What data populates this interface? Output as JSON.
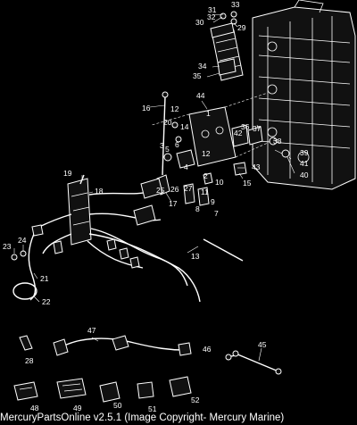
{
  "footer": {
    "text": "MercuryPartsOnline v2.5.1 (Image Copyright- Mercury Marine)"
  },
  "callouts": [
    "1",
    "2",
    "3",
    "4",
    "5",
    "6",
    "7",
    "8",
    "9",
    "10",
    "11",
    "12",
    "13",
    "14",
    "15",
    "16",
    "17",
    "18",
    "19",
    "20",
    "21",
    "22",
    "23",
    "24",
    "25",
    "26",
    "27",
    "28",
    "29",
    "30",
    "31",
    "32",
    "33",
    "34",
    "35",
    "36",
    "37",
    "38",
    "39",
    "40",
    "41",
    "42",
    "43",
    "44",
    "45",
    "46",
    "47",
    "48",
    "49",
    "50",
    "51",
    "52"
  ],
  "colors": {
    "background": "#000000",
    "line": "#ffffff"
  }
}
